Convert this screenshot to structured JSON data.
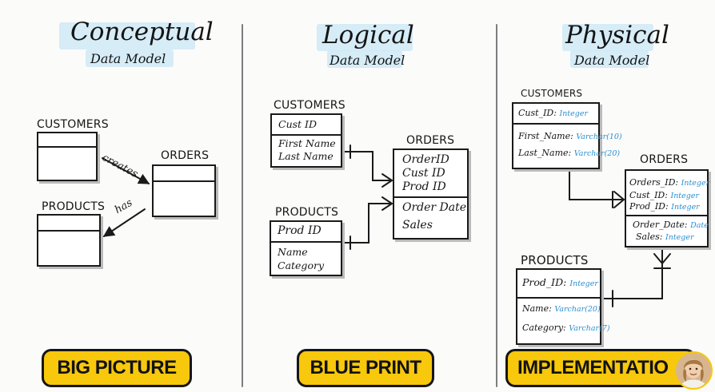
{
  "columns": [
    {
      "title": "Conceptual",
      "subtitle": "Data Model",
      "badge": "BIG PICTURE",
      "entities": [
        {
          "name": "CUSTOMERS"
        },
        {
          "name": "ORDERS"
        },
        {
          "name": "PRODUCTS"
        }
      ],
      "relations": [
        "creates",
        "has"
      ]
    },
    {
      "title": "Logical",
      "subtitle": "Data Model",
      "badge": "BLUE PRINT",
      "entities": [
        {
          "name": "CUSTOMERS",
          "key": "Cust ID",
          "attrs": [
            "First Name",
            "Last Name"
          ]
        },
        {
          "name": "ORDERS",
          "keys": [
            "OrderID",
            "Cust ID",
            "Prod ID"
          ],
          "attrs": [
            "Order Date",
            "Sales"
          ]
        },
        {
          "name": "PRODUCTS",
          "key": "Prod ID",
          "attrs": [
            "Name",
            "Category"
          ]
        }
      ]
    },
    {
      "title": "Physical",
      "subtitle": "Data Model",
      "badge": "IMPLEMENTATIO",
      "entities": [
        {
          "name": "CUSTOMERS",
          "key": {
            "name": "Cust_ID:",
            "type": "Integer"
          },
          "attrs": [
            {
              "name": "First_Name:",
              "type": "Varchar(10)"
            },
            {
              "name": "Last_Name:",
              "type": "Varchar(20)"
            }
          ]
        },
        {
          "name": "ORDERS",
          "keys": [
            {
              "name": "Orders_ID:",
              "type": "Integer"
            },
            {
              "name": "Cust_ID:",
              "type": "Integer"
            },
            {
              "name": "Prod_ID:",
              "type": "Integer"
            }
          ],
          "attrs": [
            {
              "name": "Order_Date:",
              "type": "Date"
            },
            {
              "name": "Sales:",
              "type": "Integer"
            }
          ]
        },
        {
          "name": "PRODUCTS",
          "key": {
            "name": "Prod_ID:",
            "type": "Integer"
          },
          "attrs": [
            {
              "name": "Name:",
              "type": "Varchar(20)"
            },
            {
              "name": "Category:",
              "type": "Varchar(7)"
            }
          ]
        }
      ]
    }
  ],
  "colors": {
    "highlight": "#cfe9f6",
    "badge": "#f7c80c",
    "type_text": "#2a8fd0"
  },
  "icons": {
    "presenter": "presenter-avatar"
  }
}
